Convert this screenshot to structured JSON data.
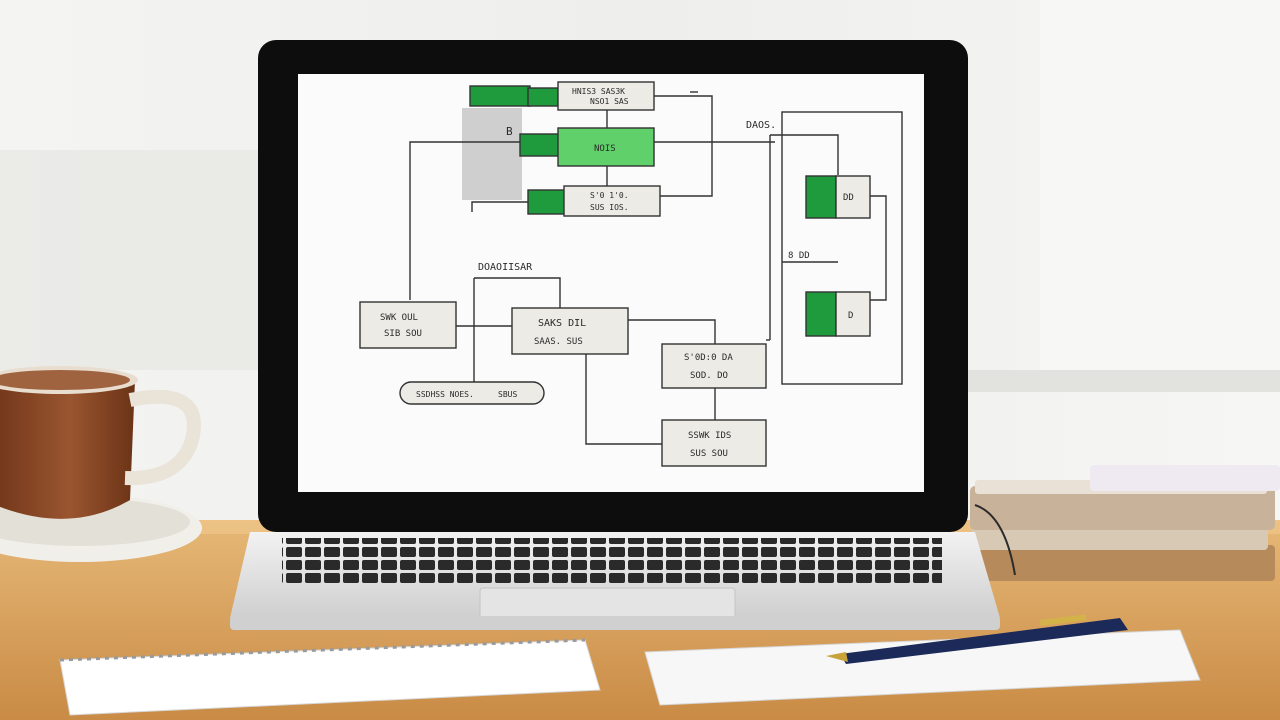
{
  "colors": {
    "accent_green": "#1f9a3c",
    "bright_green": "#5fd06a",
    "box_fill": "#ecebe6",
    "laptop_frame": "#0d0d0d",
    "table_wood": "#d9a25f",
    "coffee_cup": "#8a4a26"
  },
  "diagram": {
    "top_stack": [
      {
        "lines": [
          "HNIS3 SAS3K",
          "NSO1 SAS"
        ]
      },
      {
        "lines": [
          "NOIS"
        ]
      },
      {
        "lines": [
          "S'0 1'0.",
          "SUS IOS."
        ]
      }
    ],
    "side_label": "DAOS.",
    "side_panel_top": "DD",
    "side_panel_mid": "8 DD",
    "side_panel_bottom": "D",
    "center_heading": "DOAOIISAR",
    "left_box": [
      "SWK OUL",
      "SIB SOU"
    ],
    "center_box": [
      "SAKS DIL",
      "SAAS. SUS"
    ],
    "right_box": [
      "S'0D:0 DA",
      "SOD. DO"
    ],
    "bottom_box": [
      "SSWK IDS",
      "SUS SOU"
    ],
    "pill": [
      "SSDHSS NOES.",
      "SBUS"
    ],
    "gray_mark": "B"
  },
  "scene_objects": [
    "laptop",
    "diagram-screen",
    "keyboard",
    "trackpad",
    "coffee-cup",
    "saucer",
    "spiral-notebook",
    "notepad",
    "pen",
    "book-stack"
  ]
}
